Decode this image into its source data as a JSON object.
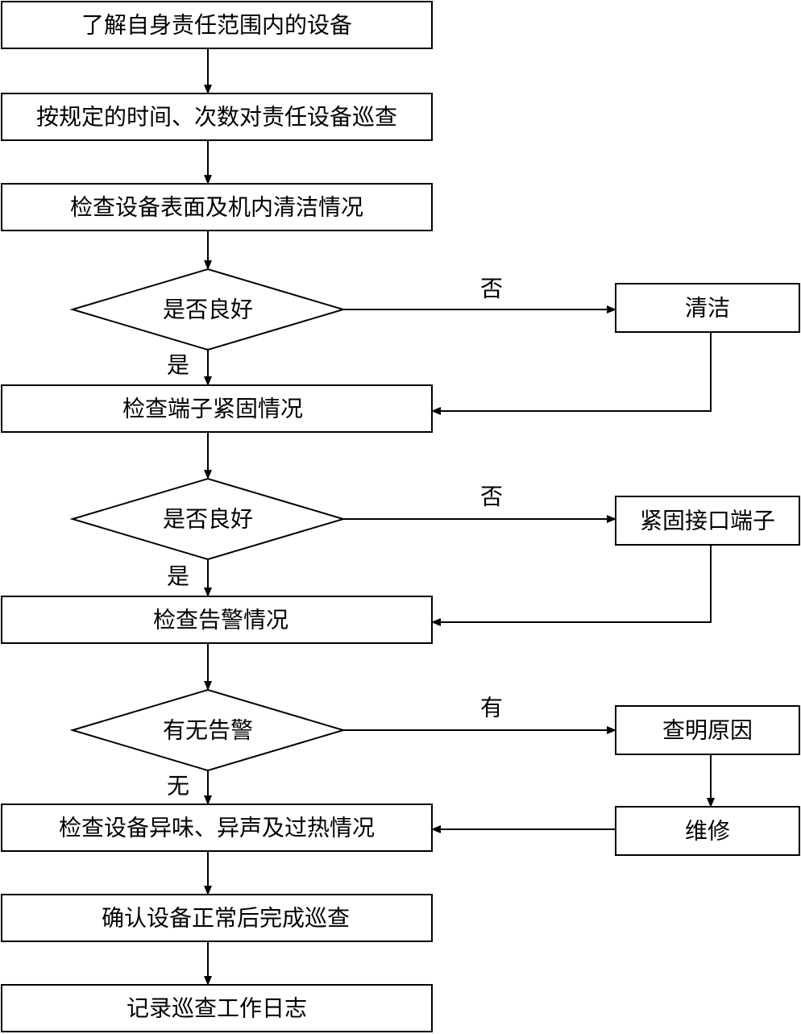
{
  "steps": {
    "s1": "了解自身责任范围内的设备",
    "s2": "按规定的时间、次数对责任设备巡查",
    "s3": "检查设备表面及机内清洁情况",
    "s4": "检查端子紧固情况",
    "s5": "检查告警情况",
    "s6": "检查设备异味、异声及过热情况",
    "s7": "确认设备正常后完成巡查",
    "s8": "记录巡查工作日志"
  },
  "decisions": {
    "d1": "是否良好",
    "d2": "是否良好",
    "d3": "有无告警"
  },
  "side_boxes": {
    "b1": "清洁",
    "b2": "紧固接口端子",
    "b3": "查明原因",
    "b4": "维修"
  },
  "edge_labels": {
    "d1_no": "否",
    "d1_yes": "是",
    "d2_no": "否",
    "d2_yes": "是",
    "d3_yes": "有",
    "d3_no": "无"
  }
}
